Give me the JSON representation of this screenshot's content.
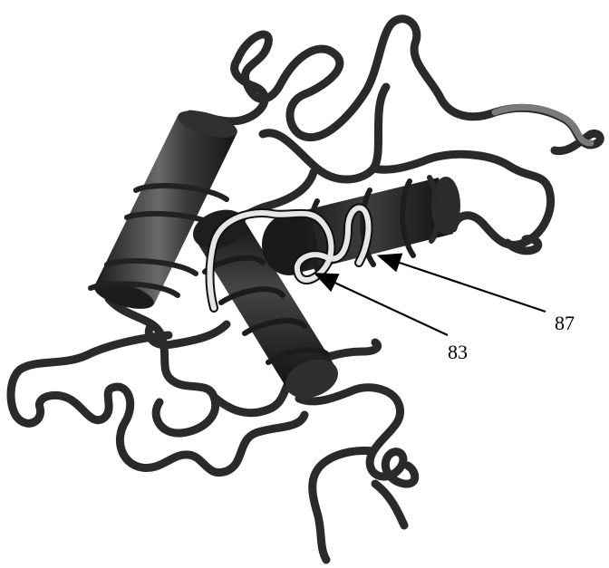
{
  "figure": {
    "annotations": [
      {
        "id": "residue-83",
        "text": "83"
      },
      {
        "id": "residue-87",
        "text": "87"
      }
    ],
    "colors": {
      "background": "#ffffff",
      "coil": "#2a2a2a",
      "helix": "#262626",
      "highlight": "#e6e6e6",
      "arrow": "#000000"
    }
  }
}
